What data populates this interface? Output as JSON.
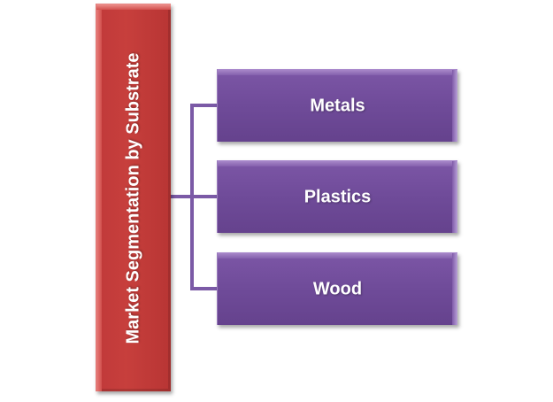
{
  "diagram": {
    "root": {
      "label": "Market Segmentation by Substrate",
      "color": "#c0393a"
    },
    "children": [
      {
        "label": "Metals"
      },
      {
        "label": "Plastics"
      },
      {
        "label": "Wood"
      }
    ],
    "child_color": "#6f4b99",
    "connector_color": "#7b5aa6"
  }
}
